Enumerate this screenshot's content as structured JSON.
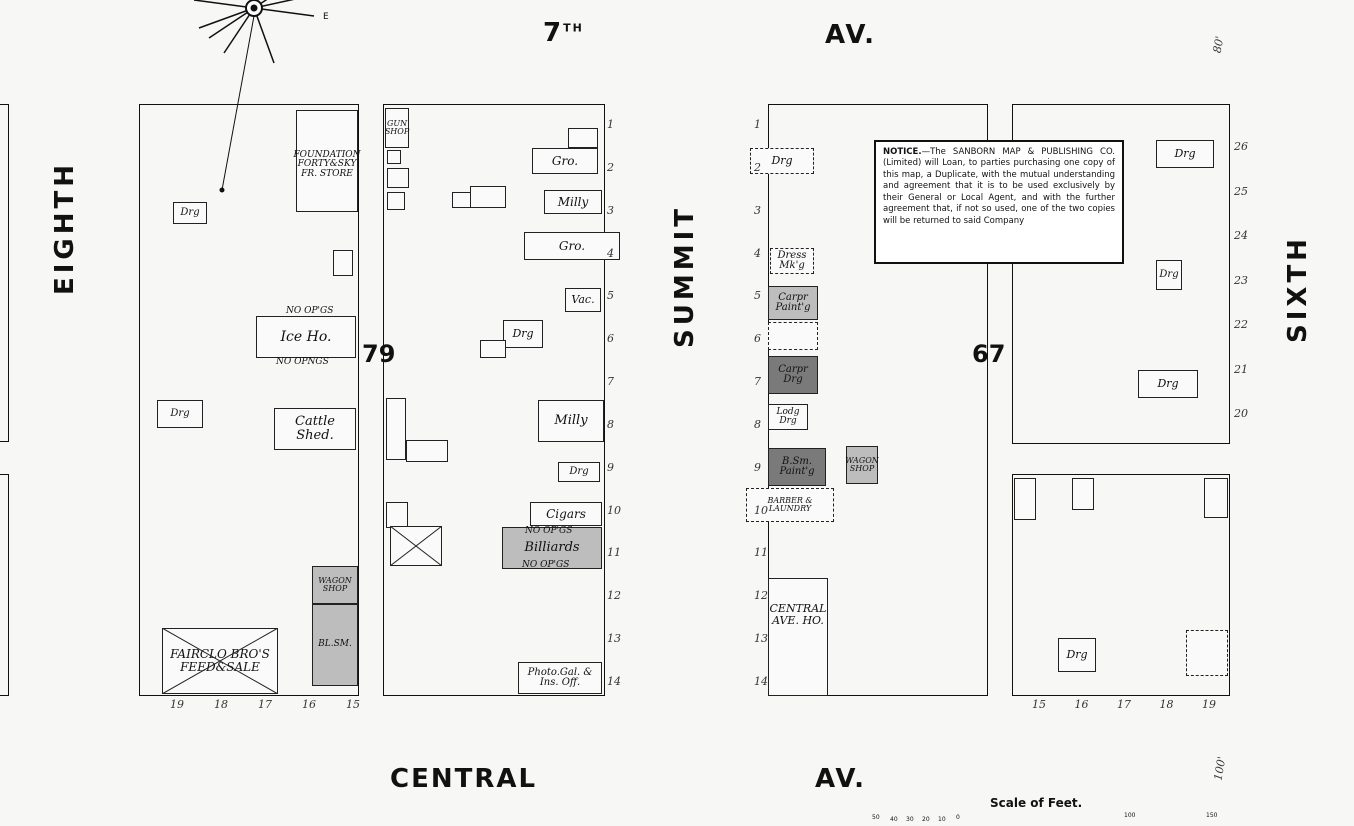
{
  "streets": {
    "top_left": "7",
    "top_left_sup": "TH",
    "top_right": "AV.",
    "bottom_left": "CENTRAL",
    "bottom_right": "AV.",
    "left": "EIGHTH",
    "middle": "SUMMIT",
    "right": "SIXTH"
  },
  "blocks": {
    "left": "79",
    "right": "67"
  },
  "compass": {
    "label": "E"
  },
  "widths": {
    "top_right": "80'",
    "bottom_right": "100'"
  },
  "buildings": {
    "foundation": "FOUNDATION FORTY&SKY FR. STORE",
    "gun_shop": "GUN SHOP",
    "ice_house": "Ice Ho.",
    "no_openings_1": "NO OP'GS",
    "no_openings_2": "NO OPNGS",
    "cattle_shed": "Cattle Shed.",
    "wagon_shop_left": "WAGON SHOP",
    "blacksmith": "BL.SM.",
    "feed_sale": "FAIRCLO BRO'S FEED&SALE",
    "gro_1": "Gro.",
    "milly_1": "Milly",
    "gro_2": "Gro.",
    "vac": "Vac.",
    "drg_mid": "Drg",
    "milly_2": "Milly",
    "drg_right_col": "Drg",
    "cigars": "Cigars",
    "billiards": "Billiards",
    "no_opgs_bill": "NO OP'GS",
    "no_opgs_bill2": "NO OP'GS",
    "photo": "Photo.Gal. & Ins. Off.",
    "drg_w1": "Drg",
    "drg_w2": "Drg",
    "dress_mkg": "Dress Mk'g",
    "carpr_paint": "Carpr Paint'g",
    "carpr_drg": "Carpr Drg",
    "lodg_drg": "Lodg Drg",
    "bsm_paint": "B.Sm. Paint'g",
    "wagon_shop_right": "WAGON SHOP",
    "barber": "BARBER & LAUNDRY",
    "central_ho": "CENTRAL AVE. HO.",
    "drg_e1": "Drg",
    "drg_e2": "Drg",
    "drg_e3": "Drg",
    "drg_e4": "Drg",
    "drg_e5": "Drg"
  },
  "notice": {
    "heading": "NOTICE.",
    "text": "—The SANBORN MAP & PUBLISHING CO. (Limited) will Loan, to parties purchasing one copy of this map, a Duplicate, with the mutual understanding and agreement that it is to be used exclusively by their General or Local Agent, and with the further agreement that, if not so used, one of the two copies will be returned to said Company"
  },
  "scale": {
    "title": "Scale of Feet.",
    "ticks": [
      "50",
      "40",
      "30",
      "20",
      "10",
      "0",
      "100",
      "150"
    ]
  },
  "lots_left_bottom": [
    "19",
    "18",
    "17",
    "16",
    "15"
  ],
  "lots_right_bottom": [
    "15",
    "16",
    "17",
    "18",
    "19"
  ],
  "lots_summit_east": [
    "1",
    "2",
    "3",
    "4",
    "5",
    "6",
    "7",
    "8",
    "9",
    "10",
    "11",
    "12",
    "13",
    "14"
  ],
  "lots_summit_west": [
    "1",
    "2",
    "3",
    "4",
    "5",
    "6",
    "7",
    "8",
    "9",
    "10",
    "11",
    "12",
    "13",
    "14"
  ],
  "lots_sixth": [
    "26",
    "25",
    "24",
    "23",
    "22",
    "21",
    "20"
  ]
}
